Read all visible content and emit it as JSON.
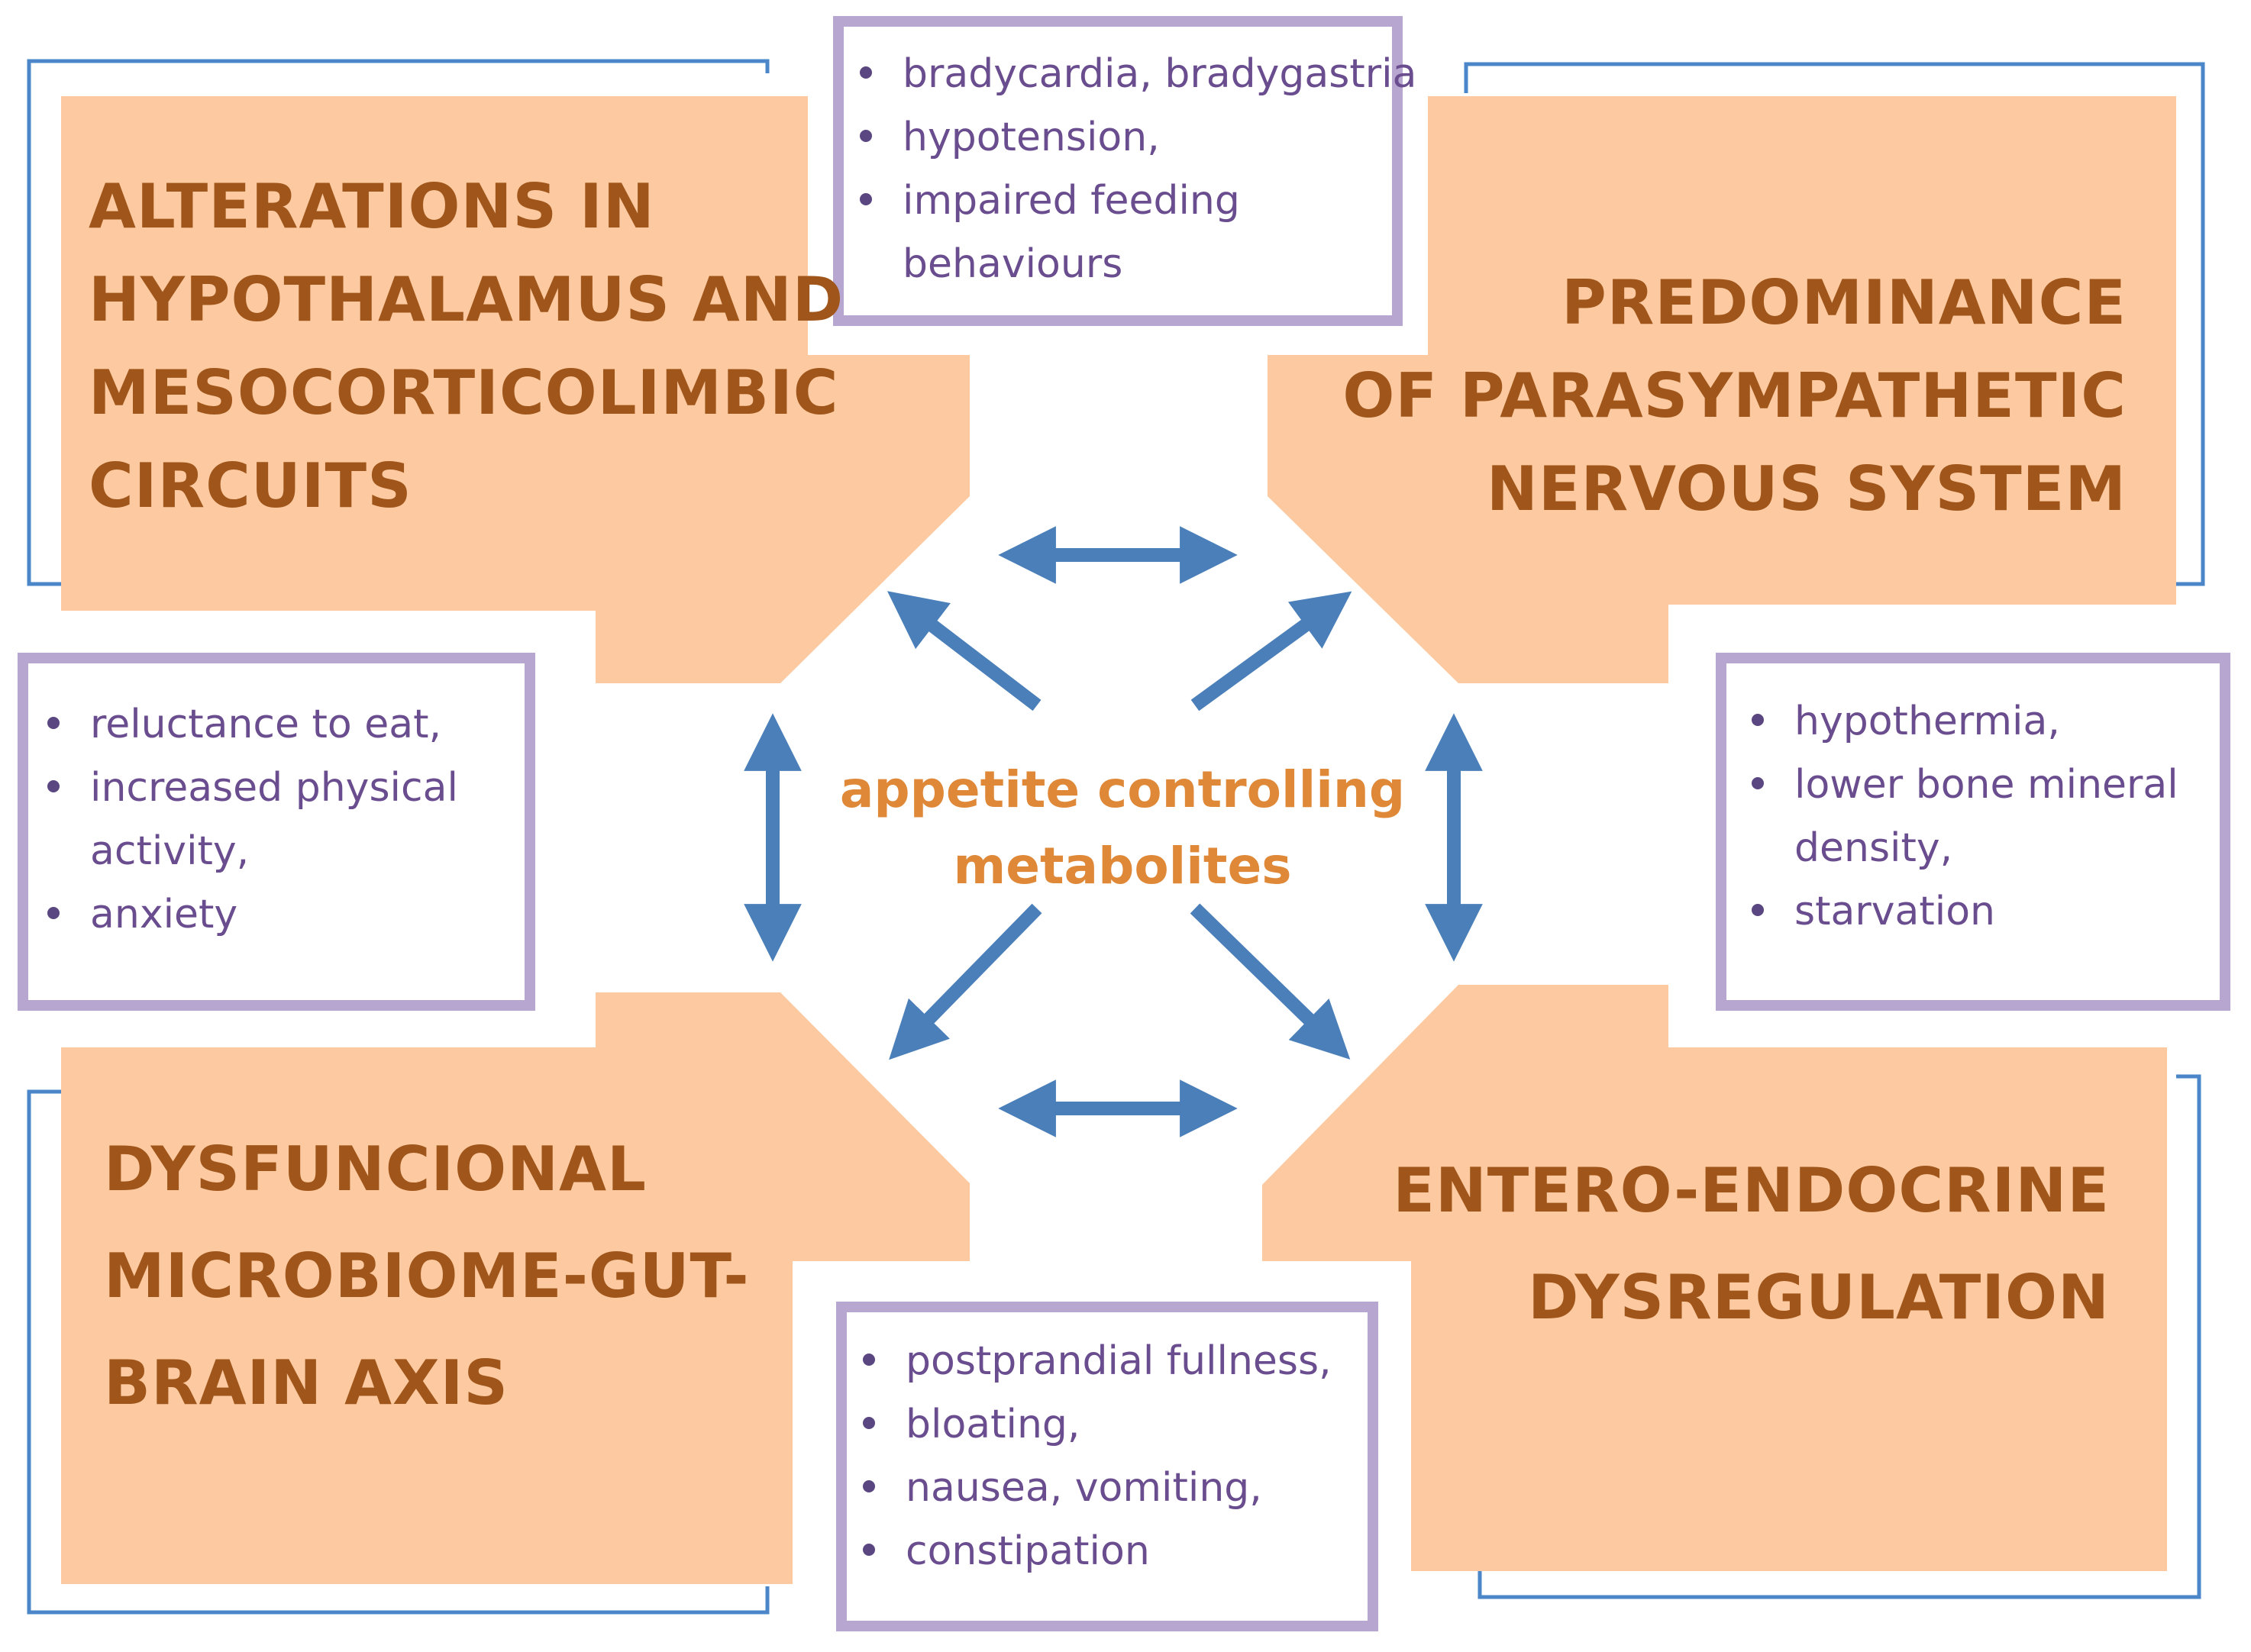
{
  "colors": {
    "box_fill": "#fcc9a0",
    "title_text": "#a0561a",
    "outline_blue": "#4a86c8",
    "outline_purple": "#b7a6d0",
    "list_text": "#6a4d8e",
    "center_text": "#de8838",
    "arrow": "#4a7fb9"
  },
  "center": {
    "line1": "appetite controlling",
    "line2": "metabolites"
  },
  "boxes": {
    "top_left": {
      "lines": [
        "ALTERATIONS IN",
        "HYPOTHALAMUS AND",
        "MESOCORTICOLIMBIC",
        "CIRCUITS"
      ]
    },
    "top_right": {
      "lines": [
        "PREDOMINANCE",
        "OF PARASYMPATHETIC",
        "NERVOUS SYSTEM"
      ]
    },
    "bottom_left": {
      "lines": [
        "DYSFUNCIONAL",
        "MICROBIOME-GUT-",
        "BRAIN AXIS"
      ]
    },
    "bottom_right": {
      "lines": [
        "ENTERO-ENDOCRINE",
        "DYSREGULATION"
      ]
    }
  },
  "lists": {
    "top": [
      "bradycardia, bradygastria",
      "hypotension,",
      "impaired feeding",
      "behaviours"
    ],
    "left": [
      "reluctance to eat,",
      "increased physical",
      "activity,",
      "anxiety"
    ],
    "right": [
      "hypothermia,",
      "lower bone mineral",
      "density,",
      "starvation"
    ],
    "bottom": [
      "postprandial fullness,",
      "bloating,",
      "nausea, vomiting,",
      "constipation"
    ]
  },
  "arrows": [
    "double-arrow-top",
    "double-arrow-bottom",
    "double-arrow-left",
    "double-arrow-right",
    "arrow-to-top-left",
    "arrow-to-top-right",
    "arrow-to-bottom-left",
    "arrow-to-bottom-right"
  ]
}
